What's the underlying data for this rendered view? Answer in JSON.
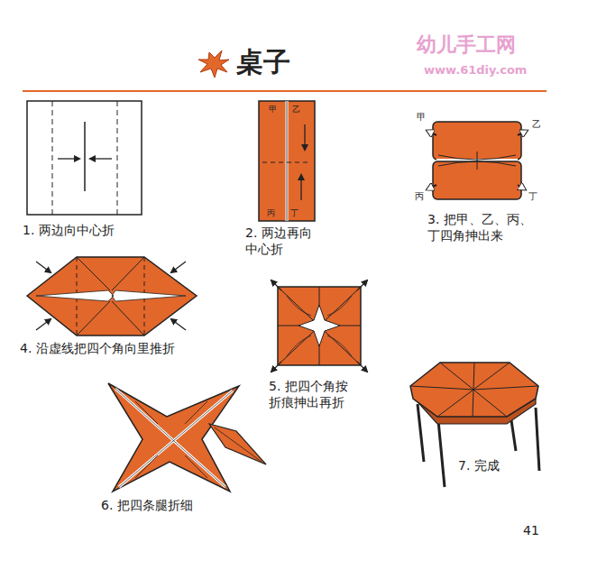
{
  "diagram": {
    "title": "桌子",
    "labels": [
      "幼儿手工网",
      "www.61diy.com",
      "1. 两边向中心折",
      "甲",
      "乙",
      "丙",
      "丁",
      "2. 两边再向 中心折",
      "甲",
      "乙",
      "丙",
      "丁",
      "3. 把甲、乙、丙、 丁四角抻出来",
      "4. 沿虚线把四个角向里推折",
      "5. 把四个角按 折痕抻出再折",
      "6. 把四条腿折细",
      "7. 完成",
      "41"
    ]
  }
}
